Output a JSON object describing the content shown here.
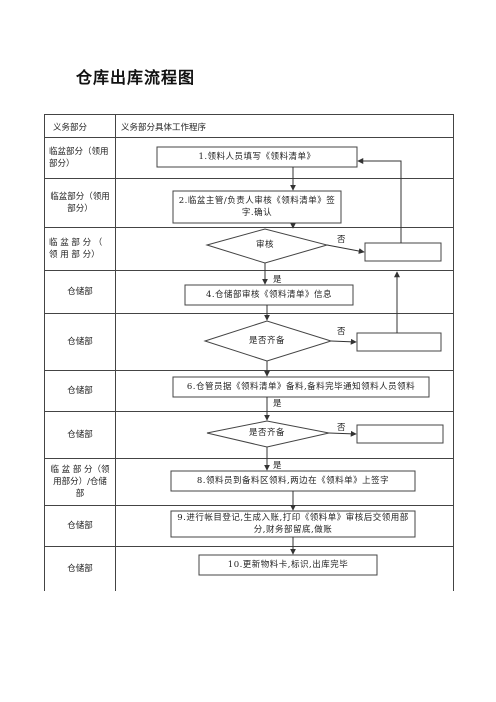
{
  "title": "仓库出库流程图",
  "header": {
    "department": "义务部分",
    "procedure": "义务部分具体工作程序"
  },
  "rows": [
    {
      "department": "临盆部分（领用部分）"
    },
    {
      "department": "临盆部分（领用部分）"
    },
    {
      "department": "临 盆 部 分 （ 领 用 部 分）"
    },
    {
      "department": "仓储部"
    },
    {
      "department": "仓储部"
    },
    {
      "department": "仓储部"
    },
    {
      "department": "仓储部"
    },
    {
      "department": "临 盆 部 分（领用部分）/仓储部"
    },
    {
      "department": "仓储部"
    },
    {
      "department": "仓储部"
    }
  ],
  "steps": {
    "s1": "1.领料人员填写《领料清单》",
    "s2": "2.临盆主管/负责人审核《领料清单》签字.确认",
    "d1": "审核",
    "s4": "4.仓储部审核《领料清单》信息",
    "d2": "是否齐备",
    "s6": "6.仓管员据《领料清单》备料,备料完毕通知领料人员领料",
    "d3": "是否齐备",
    "s8": "8.领料员到备料区领料,两边在《领料单》上签字",
    "s9": "9.进行帐目登记,生成入账,打印《领料单》审核后交领用部分,财务部留底,做账",
    "s10": "10.更新物料卡,标识,出库完毕"
  },
  "labels": {
    "no": "否",
    "yes": "是"
  }
}
